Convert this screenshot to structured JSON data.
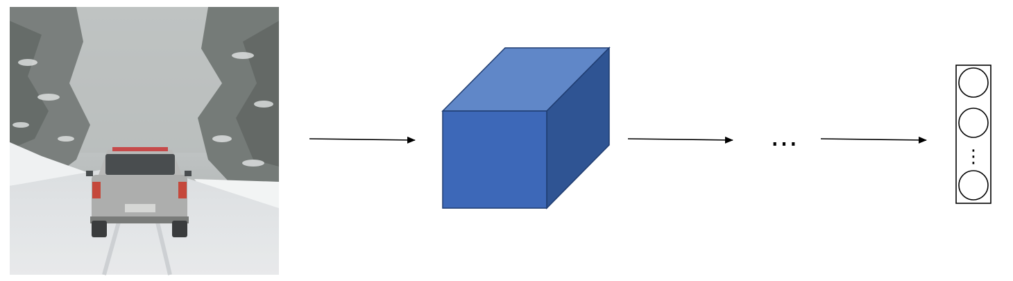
{
  "diagram": {
    "input": {
      "kind": "photo",
      "subject": "suv-driving-on-snowy-forest-road"
    },
    "hidden_layer": {
      "kind": "3d-block",
      "colors": {
        "front": "#3d68b8",
        "top": "#6087c8",
        "side": "#2f5493",
        "edge": "#1f3c70"
      }
    },
    "ellipsis": "…",
    "output": {
      "kind": "vector",
      "visible_units": 3,
      "vertical_ellipsis": "⋮"
    },
    "arrow_color": "#000000"
  }
}
